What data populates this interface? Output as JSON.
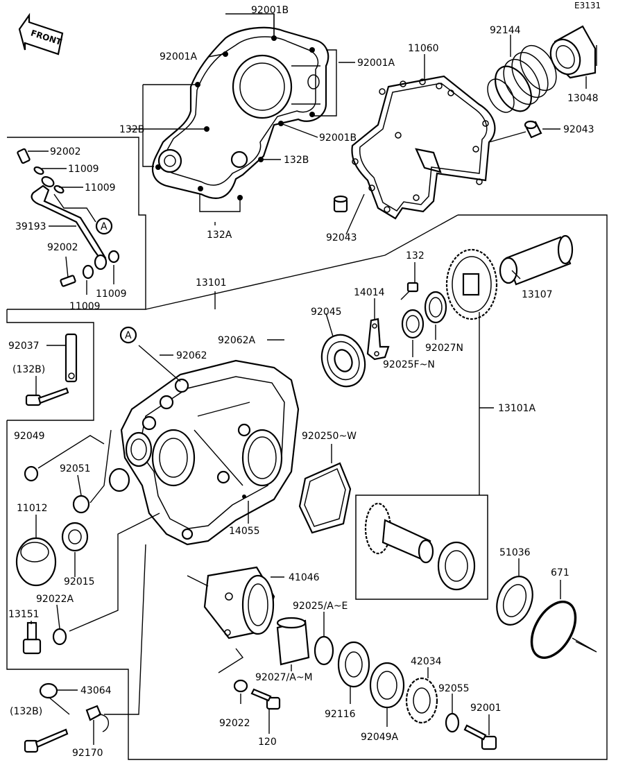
{
  "diagram_id": "E3131",
  "front_label": "FRONT",
  "callout_circle": "A",
  "labels": {
    "l92001B": "92001B",
    "l92001A_left": "92001A",
    "l92001A_right": "92001A",
    "l11060": "11060",
    "l92144": "92144",
    "l13048": "13048",
    "l132B_left": "132B",
    "l92001B_lower": "92001B",
    "l132B_right": "132B",
    "l92043_right": "92043",
    "l92002_top": "92002",
    "l11009_a": "11009",
    "l11009_b": "11009",
    "l39193": "39193",
    "l92002_mid": "92002",
    "l11009_c": "11009",
    "l11009_d": "11009",
    "l132A": "132A",
    "l92043_left": "92043",
    "l132": "132",
    "l13101": "13101",
    "l14014": "14014",
    "l13107": "13107",
    "l92045": "92045",
    "l92062A": "92062A",
    "l92062": "92062",
    "l92027N": "92027N",
    "l92025FN": "92025F~N",
    "l92037": "92037",
    "l132B_paren1": "(132B)",
    "l13101A": "13101A",
    "l92049": "92049",
    "l920250W": "920250~W",
    "l92051": "92051",
    "l11012": "11012",
    "l14055": "14055",
    "l92015": "92015",
    "l51036": "51036",
    "l671": "671",
    "l41046": "41046",
    "l92022A": "92022A",
    "l92025AE": "92025/A~E",
    "l13151": "13151",
    "l92027AM": "92027/A~M",
    "l42034": "42034",
    "l43064": "43064",
    "l92055": "92055",
    "l92001": "92001",
    "l132B_paren2": "(132B)",
    "l92022": "92022",
    "l92116": "92116",
    "l92049A": "92049A",
    "l120": "120",
    "l92170": "92170"
  }
}
